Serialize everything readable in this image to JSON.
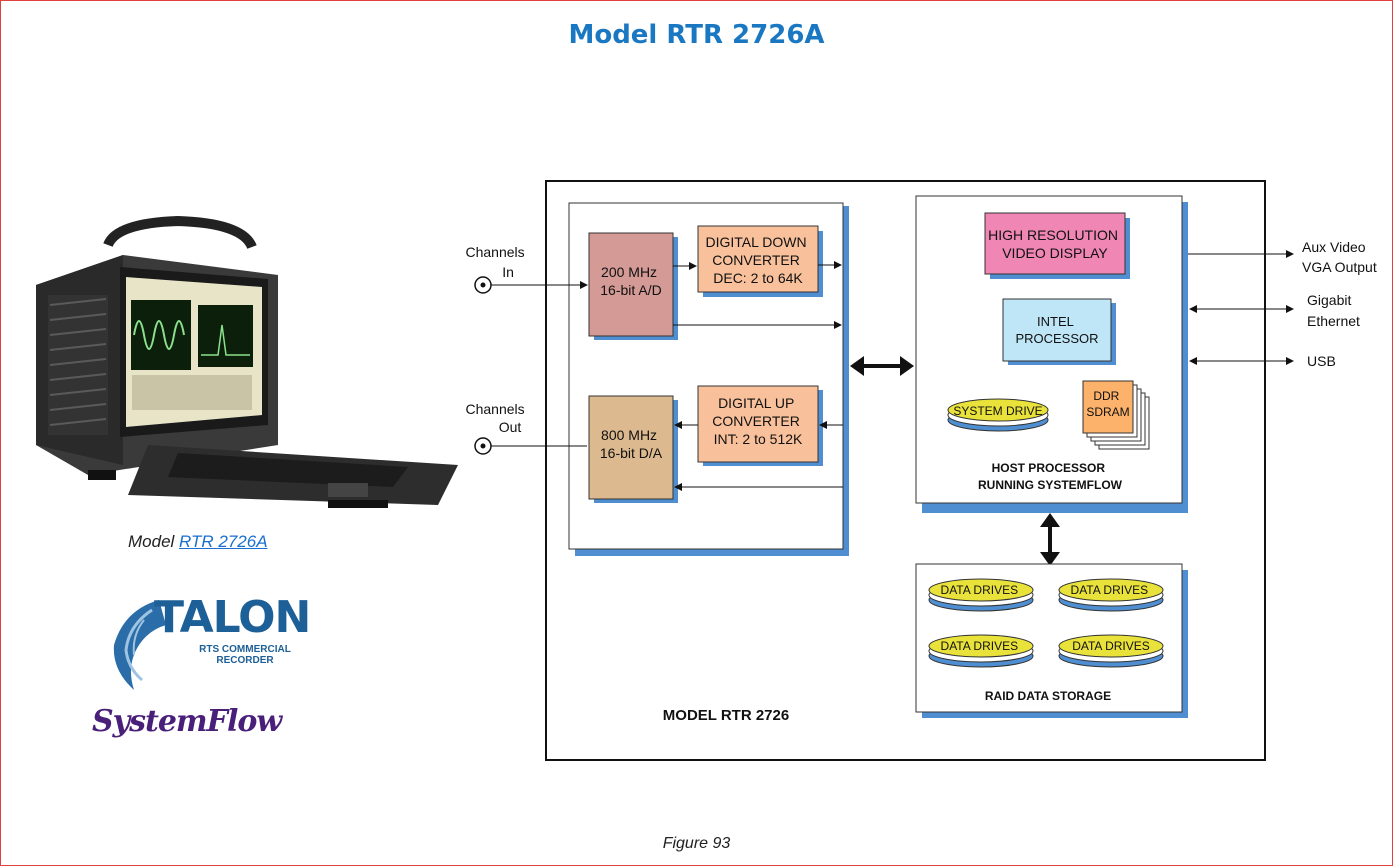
{
  "title": "Model RTR 2726A",
  "photo_caption": {
    "prefix": "Model ",
    "link": "RTR 2726A"
  },
  "logos": {
    "talon_name": "TALON",
    "talon_sub_line1": "RTS COMMERCIAL",
    "talon_sub_line2": "RECORDER",
    "systemflow": "SystemFlow"
  },
  "figure_caption": "Figure 93",
  "diagram": {
    "channels_in": [
      "Channels",
      "In"
    ],
    "channels_out": [
      "Channels",
      "Out"
    ],
    "adc": [
      "200 MHz",
      "16-bit A/D"
    ],
    "ddc": [
      "DIGITAL DOWN",
      "CONVERTER",
      "DEC: 2 to 64K"
    ],
    "dac": [
      "800 MHz",
      "16-bit D/A"
    ],
    "duc": [
      "DIGITAL UP",
      "CONVERTER",
      "INT: 2 to 512K"
    ],
    "model_label": "MODEL RTR 2726",
    "video_display": [
      "HIGH RESOLUTION",
      "VIDEO DISPLAY"
    ],
    "intel": [
      "INTEL",
      "PROCESSOR"
    ],
    "system_drive": "SYSTEM DRIVE",
    "ddr": [
      "DDR",
      "SDRAM"
    ],
    "host_label": [
      "HOST PROCESSOR",
      "RUNNING SYSTEMFLOW"
    ],
    "data_drives": [
      "DATA DRIVES",
      "DATA DRIVES",
      "DATA DRIVES",
      "DATA DRIVES"
    ],
    "raid_label": "RAID DATA STORAGE",
    "aux_video": [
      "Aux Video",
      "VGA Output"
    ],
    "gigabit": [
      "Gigabit",
      "Ethernet"
    ],
    "usb": "USB"
  },
  "colors": {
    "title": "#1a78c2",
    "adc": "#d49a96",
    "ddc": "#f9c19b",
    "dac": "#dcb98e",
    "duc": "#f9c19b",
    "video": "#ef86b4",
    "intel": "#bfe6f7",
    "ddr": "#fcb26a",
    "drive": "#e9e23a",
    "shadow": "#4f8ed1"
  }
}
